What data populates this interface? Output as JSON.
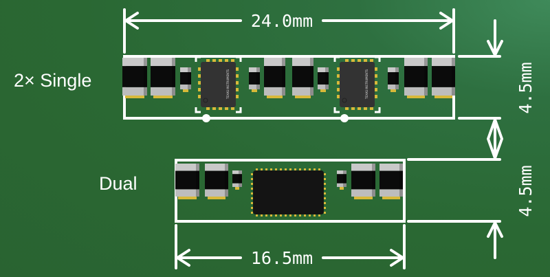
{
  "labels": {
    "single": "2× Single",
    "dual": "Dual"
  },
  "dimensions": {
    "top_width": "24.0mm",
    "bottom_width": "16.5mm",
    "single_height": "4.5mm",
    "dual_height": "4.5mm"
  },
  "chip_logo": "TEXAS INSTRUMENTS",
  "colors": {
    "pcb": "#2a6833",
    "outline": "#ffffff",
    "pad": "#d8b93a",
    "chip": "#333333"
  }
}
